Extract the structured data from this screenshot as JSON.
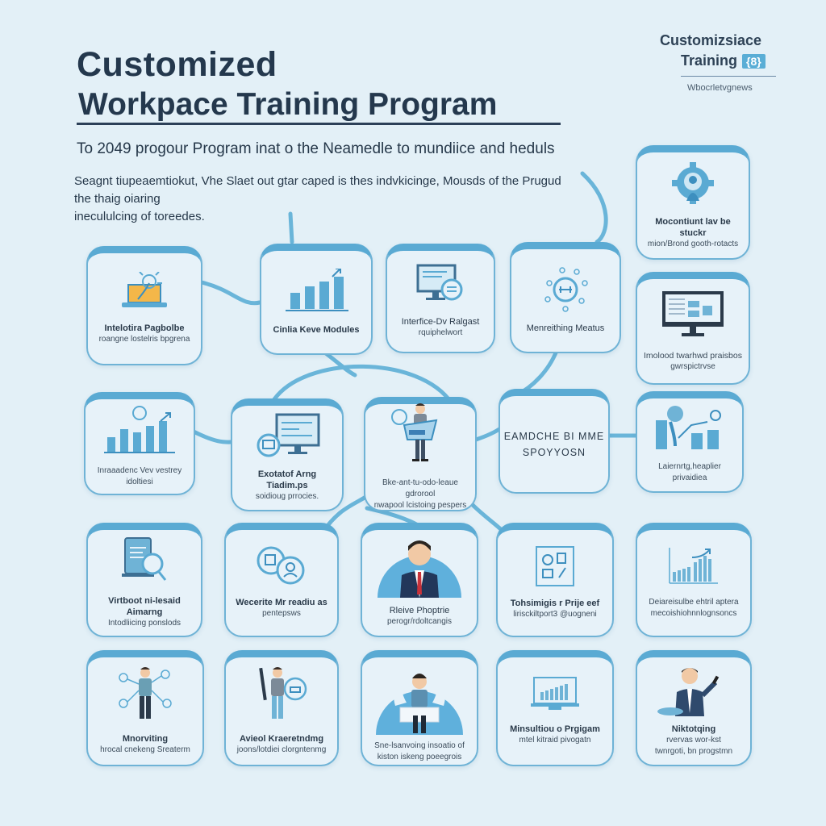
{
  "header": {
    "title_line1": "Customized",
    "title_line2": "Workpace Training Program"
  },
  "brand": {
    "line1": "Customizsiace",
    "line2": "Training",
    "badge": "{8}",
    "subtitle": "Wbocrletvgnews"
  },
  "intro": {
    "lead": "To 2049 progour Program inat o the Neamedle to mundiice and heduls",
    "desc_line1": "Seagnt tiupeaemtiokut, Vhe Slaet out gtar caped is thes indvkicinge, Mousds of the Prugud",
    "desc_line2": "the thaig oiaring",
    "desc_line3": "inecululcing of toreedes."
  },
  "colors": {
    "background": "#e3f0f7",
    "card_border": "#5aaad3",
    "connector": "#6ab5d9",
    "title_text": "#24384d",
    "accent_blue": "#5fb0dc"
  },
  "cards": [
    {
      "id": "c1",
      "icon": "laptop-lightbulb-icon",
      "title": "Intelotira Pagbolbe",
      "subtitle": "roangne lostelris bpgrena"
    },
    {
      "id": "c2",
      "icon": "bar-chart-growth-icon",
      "title": "Cinlia Keve Modules",
      "subtitle": ""
    },
    {
      "id": "c3",
      "icon": "monitor-search-icon",
      "title": "Interfice-Dv Ralgast",
      "subtitle": "rquiphelwort"
    },
    {
      "id": "c4",
      "icon": "network-hub-icon",
      "title": "Menreithing Meatus",
      "subtitle": ""
    },
    {
      "id": "c5",
      "icon": "gear-person-icon",
      "title": "Mocontiunt lav be stuckr",
      "subtitle": "mion/Brond gooth-rotacts"
    },
    {
      "id": "c6",
      "icon": "desktop-dashboard-icon",
      "title": "Imolood twarhwd praisbos",
      "subtitle": "gwrspictrvse"
    },
    {
      "id": "c7",
      "icon": "bar-chart-arrow-icon",
      "title": "Inraaadenc Vev vestrey",
      "subtitle": "idoltiesi"
    },
    {
      "id": "c8",
      "icon": "monitor-settings-icon",
      "title": "Exotatof Arng Tiadim.ps",
      "subtitle": "soidioug prrocies."
    },
    {
      "id": "c9",
      "icon": "person-laptop-icon",
      "title": "Bke-ant-tu-odo-leaue gdrorool",
      "subtitle": "nwapool lcistoing pespers"
    },
    {
      "id": "c10",
      "icon": "",
      "title": "EAMDCHE BI MME",
      "subtitle": "SPOYYOSN"
    },
    {
      "id": "c11",
      "icon": "leadership-chart-icon",
      "title": "Laiernrtg,heaplier",
      "subtitle": "privaidiea"
    },
    {
      "id": "c12",
      "icon": "tablet-search-icon",
      "title": "Virtboot ni-lesaid Aimarng",
      "subtitle": "Intodliicing ponslods"
    },
    {
      "id": "c13",
      "icon": "people-circles-icon",
      "title": "Wecerite Mr readiu as",
      "subtitle": "pentepsws"
    },
    {
      "id": "c14",
      "icon": "businessman-portrait-icon",
      "title": "Rleive Phoptrie",
      "subtitle": "perogr/rdoltcangis"
    },
    {
      "id": "c15",
      "icon": "tools-board-icon",
      "title": "Tohsimigis r Prije eef",
      "subtitle": "lirisckiltport3 @uogneni"
    },
    {
      "id": "c16",
      "icon": "analytics-trend-icon",
      "title": "Deiareisulbe ehtril aptera",
      "subtitle": "mecoishiohnnlognsoncs"
    },
    {
      "id": "c17",
      "icon": "person-network-icon",
      "title": "Mnorviting",
      "subtitle": "hrocal cnekeng Sreaterm"
    },
    {
      "id": "c18",
      "icon": "person-tool-icon",
      "title": "Avieol Kraeretndmg",
      "subtitle": "joons/lotdiei clorgntenmg"
    },
    {
      "id": "c19",
      "icon": "person-desk-icon",
      "title": "Sne-lsanvoing insoatio of",
      "subtitle": "kiston iskeng poeegrois"
    },
    {
      "id": "c20",
      "icon": "monitor-chart-icon",
      "title": "Minsultiou o Prgigam",
      "subtitle": "mtel kitraid pivogatn"
    },
    {
      "id": "c21",
      "icon": "presenter-icon",
      "title": "Niktotqing",
      "subtitle": "rvervas wor-kst",
      "extra": "twnrgoti, bn progstmn"
    }
  ]
}
